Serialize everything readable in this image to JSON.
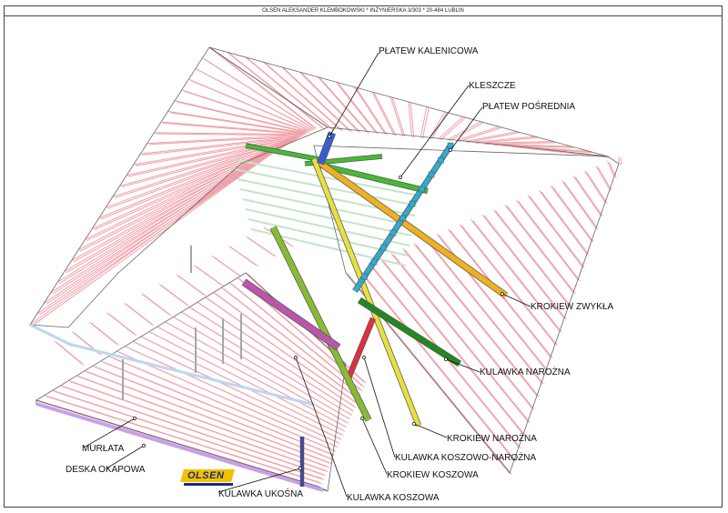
{
  "header": {
    "text": "OLSEN ALEKSANDER KLEMBOKOWSKI * INŻYNIERSKA 3/303 * 20-484 LUBLIN"
  },
  "labels": {
    "platew_kalenicowa": "PŁATEW KALENICOWA",
    "kleszcze": "KLESZCZE",
    "platew_posrednia": "PŁATEW POŚREDNIA",
    "krokiew_zwykla": "KROKIEW ZWYKŁA",
    "kulawka_narozna": "KULAWKA NAROŻNA",
    "krokiew_narozna": "KROKIEW NAROŻNA",
    "kulawka_koszowo_narozna": "KULAWKA KOSZOWO-NAROŻNA",
    "krokiew_koszowa": "KROKIEW KOSZOWA",
    "kulawka_koszowa": "KULAWKA KOSZOWA",
    "kulawka_ukosna": "KULAWKA UKOŚNA",
    "murlata": "MURŁATA",
    "deska_okapowa": "DESKA OKAPOWA"
  },
  "logo": {
    "text": "OLSEN"
  },
  "colors": {
    "rafter": "#f0a0a8",
    "ridge_purlin": "#3a5ccc",
    "collar_tie": "#44bb33",
    "intermediate_purlin": "#33aacc",
    "common_rafter": "#f0b020",
    "hip_jack": "#228822",
    "hip_rafter": "#e8e040",
    "valley_hip_jack": "#e03040",
    "valley_rafter": "#88bb33",
    "valley_jack": "#bb55aa",
    "diagonal_jack": "#4444aa",
    "wall_plate": "#bcd8ee",
    "fascia": "#c8a0e8"
  }
}
